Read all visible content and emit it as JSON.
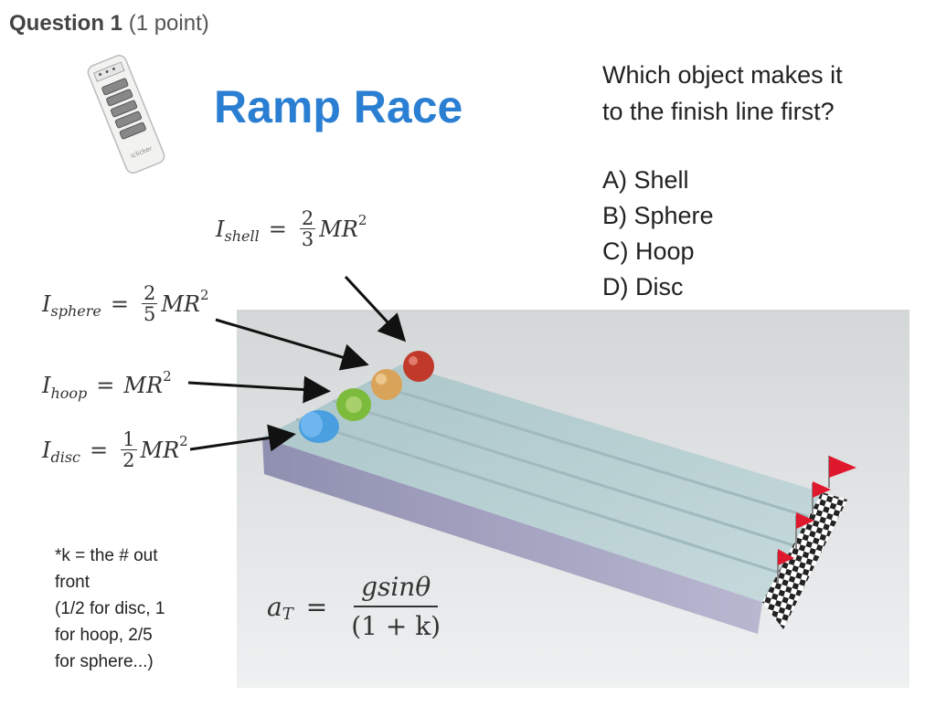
{
  "question_header": {
    "title": "Question 1",
    "points": "(1 point)"
  },
  "slide": {
    "title": "Ramp Race",
    "question_line1": "Which object makes it",
    "question_line2": "to the finish line first?",
    "options": [
      "A) Shell",
      "B) Sphere",
      "C) Hoop",
      "D) Disc"
    ],
    "formulas": {
      "shell": {
        "label": "I",
        "sub": "shell",
        "num": "2",
        "den": "3",
        "rhs": "MR",
        "exp": "2"
      },
      "sphere": {
        "label": "I",
        "sub": "sphere",
        "num": "2",
        "den": "5",
        "rhs": "MR",
        "exp": "2"
      },
      "hoop": {
        "label": "I",
        "sub": "hoop",
        "rhs": "MR",
        "exp": "2"
      },
      "disc": {
        "label": "I",
        "sub": "disc",
        "num": "1",
        "den": "2",
        "rhs": "MR",
        "exp": "2"
      }
    },
    "note_lines": [
      "*k = the # out",
      "front",
      "(1/2 for disc, 1",
      "for hoop, 2/5",
      "for sphere...)"
    ],
    "accel": {
      "lhs": "a",
      "lhs_sub": "T",
      "num": "gsinθ",
      "den": "(1 + k)"
    },
    "clicker_brand": "iclicker",
    "colors": {
      "title": "#2b7fd2",
      "shell": "#c0392b",
      "sphere": "#d9a45a",
      "hoop": "#7dbb3c",
      "disc": "#4a9fe0",
      "flag": "#e0182d"
    }
  }
}
